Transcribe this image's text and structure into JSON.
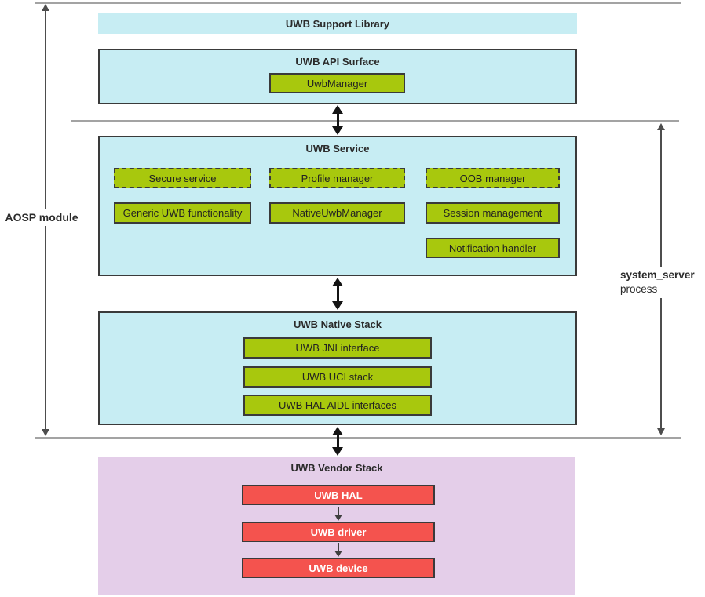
{
  "diagram": {
    "aosp_label": "AOSP module",
    "system_server_label": "system_server",
    "system_server_sub": "process"
  },
  "support_library": {
    "title": "UWB Support Library"
  },
  "api_surface": {
    "title": "UWB API Surface",
    "manager": "UwbManager"
  },
  "service": {
    "title": "UWB Service",
    "planned_modules": [
      "Secure service",
      "Profile manager",
      "OOB manager"
    ],
    "modules": [
      "Generic UWB functionality",
      "NativeUwbManager",
      "Session management",
      "Notification handler"
    ]
  },
  "native_stack": {
    "title": "UWB Native Stack",
    "layers": [
      "UWB JNI interface",
      "UWB UCI stack",
      "UWB HAL AIDL interfaces"
    ]
  },
  "vendor_stack": {
    "title": "UWB Vendor Stack",
    "layers": [
      "UWB HAL",
      "UWB driver",
      "UWB device"
    ]
  },
  "colors": {
    "light_blue": "#c7edf3",
    "green": "#a8c80d",
    "red": "#f4534e",
    "purple": "#e4cee9",
    "line_gray": "#a3a3a3",
    "border_dark": "#3a3a3a"
  }
}
